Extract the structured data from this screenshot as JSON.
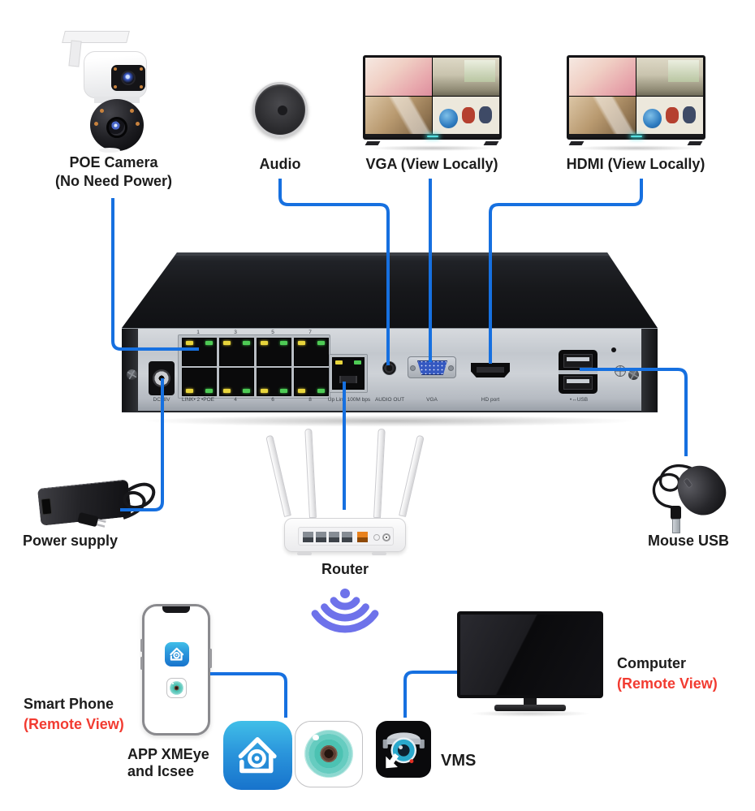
{
  "labels": {
    "poe_camera_line1": "POE Camera",
    "poe_camera_line2": "(No Need Power)",
    "audio": "Audio",
    "vga": "VGA (View Locally)",
    "hdmi": "HDMI (View Locally)",
    "power_supply": "Power supply",
    "router": "Router",
    "mouse": "Mouse USB",
    "smart_phone": "Smart Phone",
    "smart_phone_sub": "(Remote View)",
    "app_line1": "APP XMEye",
    "app_line2": "and Icsee",
    "vms": "VMS",
    "computer": "Computer",
    "computer_sub": "(Remote View)"
  },
  "nvr": {
    "numbers": [
      "1",
      "3",
      "5",
      "7"
    ],
    "dc": "DC48V",
    "link_poe": "LINK• 2  •POE",
    "n4": "4",
    "n6": "6",
    "n8": "8",
    "uplink": "Up Link  100M bps",
    "audio_out": "AUDIO OUT",
    "vga": "VGA",
    "hd": "HD port",
    "usb": "•↔USB"
  },
  "colors": {
    "connector_blue": "#1670e0",
    "wifi_purple": "#6e72ea",
    "label_red": "#f23b31",
    "label_black": "#1c1c1c"
  }
}
